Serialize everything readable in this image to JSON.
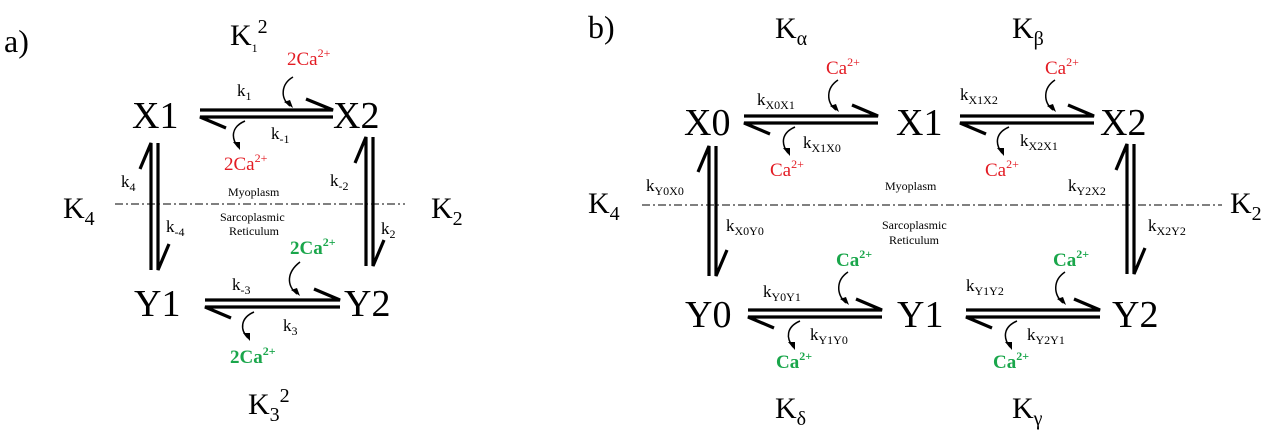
{
  "panel_a": {
    "label": "a)",
    "states": {
      "x1": "X1",
      "x2": "X2",
      "y1": "Y1",
      "y2": "Y2"
    },
    "constants": {
      "top": {
        "base": "K",
        "sub": "1",
        "sup": "2"
      },
      "bottom": {
        "base": "K",
        "sub": "3",
        "sup": "2"
      },
      "left": {
        "base": "K",
        "sub": "4"
      },
      "right": {
        "base": "K",
        "sub": "2"
      }
    },
    "rates": {
      "k1": {
        "base": "k",
        "sub": "1"
      },
      "km1": {
        "base": "k",
        "sub": "-1"
      },
      "k2": {
        "base": "k",
        "sub": "2"
      },
      "km2": {
        "base": "k",
        "sub": "-2"
      },
      "k3": {
        "base": "k",
        "sub": "3"
      },
      "km3": {
        "base": "k",
        "sub": "-3"
      },
      "k4": {
        "base": "k",
        "sub": "4"
      },
      "km4": {
        "base": "k",
        "sub": "-4"
      }
    },
    "ions": {
      "top_in": {
        "text": "2Ca",
        "sup": "2+"
      },
      "top_out": {
        "text": "2Ca",
        "sup": "2+"
      },
      "bottom_in": {
        "text": "2Ca",
        "sup": "2+"
      },
      "bottom_out": {
        "text": "2Ca",
        "sup": "2+"
      }
    },
    "compartments": {
      "myoplasm": "Myoplasm",
      "sr_line1": "Sarcoplasmic",
      "sr_line2": "Reticulum"
    }
  },
  "panel_b": {
    "label": "b)",
    "states": {
      "x0": "X0",
      "x1": "X1",
      "x2": "X2",
      "y0": "Y0",
      "y1": "Y1",
      "y2": "Y2"
    },
    "constants": {
      "alpha": {
        "base": "K",
        "sub": "α"
      },
      "beta": {
        "base": "K",
        "sub": "β"
      },
      "delta": {
        "base": "K",
        "sub": "δ"
      },
      "gamma": {
        "base": "K",
        "sub": "γ"
      },
      "left": {
        "base": "K",
        "sub": "4"
      },
      "right": {
        "base": "K",
        "sub": "2"
      }
    },
    "rates": {
      "kx0x1": {
        "base": "k",
        "sub": "X0X1"
      },
      "kx1x0": {
        "base": "k",
        "sub": "X1X0"
      },
      "kx1x2": {
        "base": "k",
        "sub": "X1X2"
      },
      "kx2x1": {
        "base": "k",
        "sub": "X2X1"
      },
      "ky0x0": {
        "base": "k",
        "sub": "Y0X0"
      },
      "kx0y0": {
        "base": "k",
        "sub": "X0Y0"
      },
      "ky2x2": {
        "base": "k",
        "sub": "Y2X2"
      },
      "kx2y2": {
        "base": "k",
        "sub": "X2Y2"
      },
      "ky0y1": {
        "base": "k",
        "sub": "Y0Y1"
      },
      "ky1y0": {
        "base": "k",
        "sub": "Y1Y0"
      },
      "ky1y2": {
        "base": "k",
        "sub": "Y1Y2"
      },
      "ky2y1": {
        "base": "k",
        "sub": "Y2Y1"
      }
    },
    "ions": {
      "x01_in": {
        "text": "Ca",
        "sup": "2+"
      },
      "x01_out": {
        "text": "Ca",
        "sup": "2+"
      },
      "x12_in": {
        "text": "Ca",
        "sup": "2+"
      },
      "x12_out": {
        "text": "Ca",
        "sup": "2+"
      },
      "y01_in": {
        "text": "Ca",
        "sup": "2+"
      },
      "y01_out": {
        "text": "Ca",
        "sup": "2+"
      },
      "y12_in": {
        "text": "Ca",
        "sup": "2+"
      },
      "y12_out": {
        "text": "Ca",
        "sup": "2+"
      }
    },
    "compartments": {
      "myoplasm": "Myoplasm",
      "sr_line1": "Sarcoplasmic",
      "sr_line2": "Reticulum"
    }
  }
}
